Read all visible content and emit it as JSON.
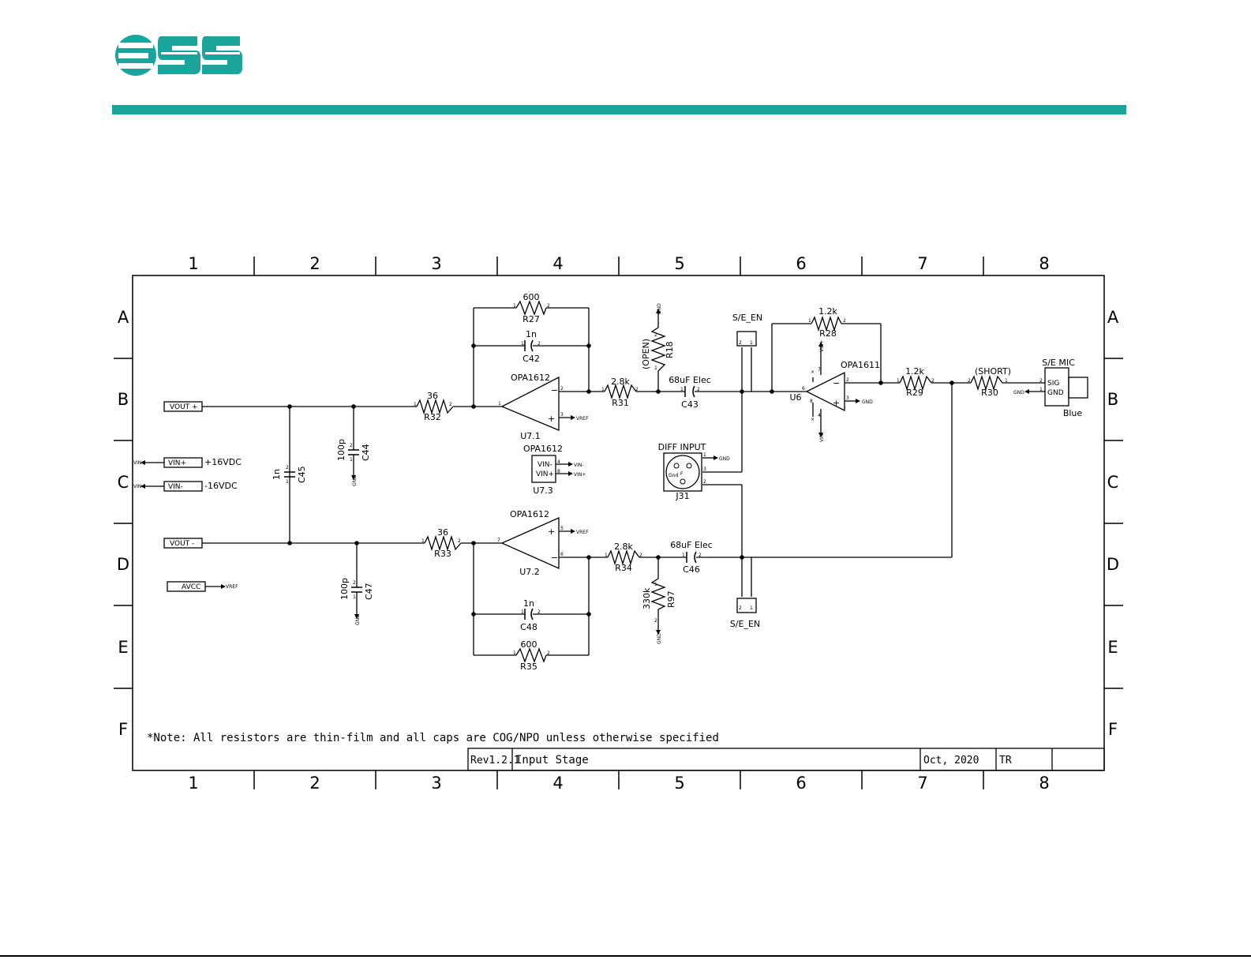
{
  "brand": {
    "logo": "ESS",
    "color": "#1aa49c"
  },
  "grid": {
    "columns": [
      "1",
      "2",
      "3",
      "4",
      "5",
      "6",
      "7",
      "8"
    ],
    "rows": [
      "A",
      "B",
      "C",
      "D",
      "E",
      "F"
    ]
  },
  "title_block": {
    "rev": "Rev1.2.1",
    "title": "Input Stage",
    "date": "Oct, 2020",
    "initials": "TR"
  },
  "note": "*Note: All resistors are thin-film and all caps are COG/NPO unless otherwise specified",
  "components": {
    "r27": {
      "value": "600",
      "ref": "R27"
    },
    "c42": {
      "value": "1n",
      "ref": "C42"
    },
    "u71": {
      "part": "OPA1612",
      "ref": "U7.1"
    },
    "r32": {
      "value": "36",
      "ref": "R32"
    },
    "r31": {
      "value": "2.8k",
      "ref": "R31"
    },
    "r18": {
      "value": "(OPEN)",
      "ref": "R18"
    },
    "c43": {
      "value": "68uF Elec",
      "ref": "C43"
    },
    "se_en_top": {
      "label": "S/E_EN"
    },
    "r28": {
      "value": "1.2k",
      "ref": "R28"
    },
    "u6": {
      "part": "OPA1611",
      "ref": "U6"
    },
    "r29": {
      "value": "1.2k",
      "ref": "R29"
    },
    "r30": {
      "value": "(SHORT)",
      "ref": "R30"
    },
    "se_mic": {
      "label": "S/E MIC",
      "sig": "SIG",
      "gnd": "GND",
      "color": "Blue"
    },
    "c44": {
      "value": "100p",
      "ref": "C44"
    },
    "c45": {
      "value": "1n",
      "ref": "C45"
    },
    "u73": {
      "part": "OPA1612",
      "ref": "U7.3",
      "vin_minus": "VIN-",
      "vin_plus": "VIN+"
    },
    "j31": {
      "label": "DIFF INPUT",
      "ref": "J31"
    },
    "u72": {
      "part": "OPA1612",
      "ref": "U7.2"
    },
    "r33": {
      "value": "36",
      "ref": "R33"
    },
    "r34": {
      "value": "2.8k",
      "ref": "R34"
    },
    "c46": {
      "value": "68uF Elec",
      "ref": "C46"
    },
    "r97": {
      "value": "330k",
      "ref": "R97"
    },
    "se_en_bot": {
      "label": "S/E_EN"
    },
    "c47": {
      "value": "100p",
      "ref": "C47"
    },
    "c48": {
      "value": "1n",
      "ref": "C48"
    },
    "r35": {
      "value": "600",
      "ref": "R35"
    }
  },
  "ports": {
    "vout_plus": "VOUT +",
    "vout_minus": "VOUT -",
    "vin_plus": "VIN+",
    "vin_minus": "VIN-",
    "avcc": "AVCC",
    "plus16": "+16VDC",
    "minus16": "-16VDC"
  },
  "nets": {
    "vref": "VREF",
    "gnd": "GND",
    "vinp": "VIN+",
    "vinn": "VIN-"
  },
  "pins": {
    "one": "1",
    "two": "2",
    "three": "3",
    "four": "4",
    "five": "5",
    "six": "6",
    "seven": "7",
    "eight": "8",
    "plus": "+",
    "minus": "−",
    "x": "×",
    "pin_f": "F",
    "pin_gnd": "Gnd"
  }
}
